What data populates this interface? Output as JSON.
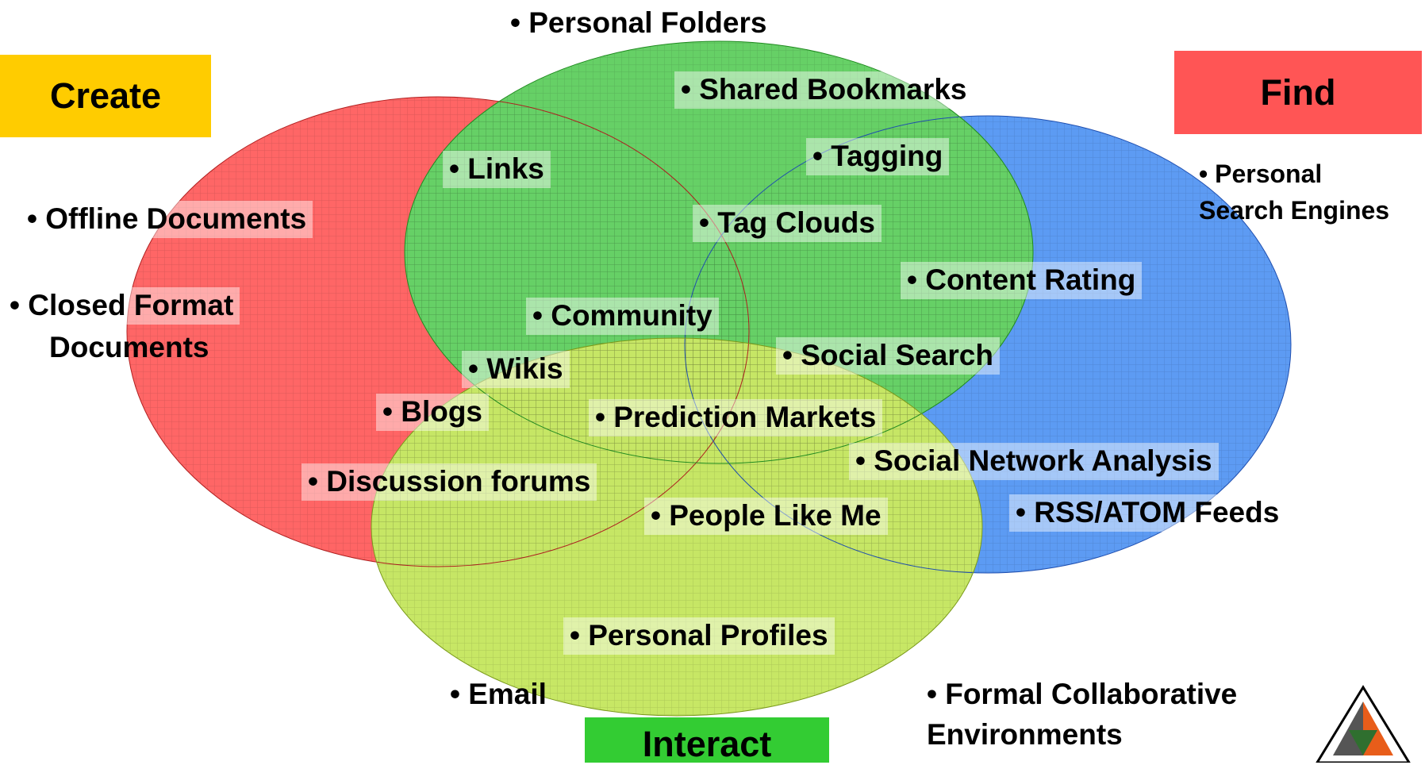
{
  "colors": {
    "create": "#ff3b3b",
    "collaborate": "#3cc43c",
    "find": "#2f7ff0",
    "interact": "#b7e03a",
    "create_box": "#ffcc00",
    "find_box": "#ff5555",
    "interact_box": "#33cc33"
  },
  "categories": {
    "create": "Create",
    "find": "Find",
    "interact": "Interact"
  },
  "items": {
    "personal_folders": "• Personal Folders",
    "shared_bookmarks": "• Shared Bookmarks",
    "links": "• Links",
    "tagging": "• Tagging",
    "tag_clouds": "• Tag Clouds",
    "offline_documents": "• Offline Documents",
    "closed_format_line1": "• Closed Format",
    "closed_format_line2": "Documents",
    "content_rating": "• Content Rating",
    "community": "• Community",
    "social_search": "• Social Search",
    "wikis": "• Wikis",
    "blogs": "• Blogs",
    "prediction_markets": "• Prediction Markets",
    "social_network_analysis": "• Social Network Analysis",
    "discussion_forums": "• Discussion forums",
    "people_like_me": "• People Like Me",
    "rss_atom_feeds": "• RSS/ATOM Feeds",
    "personal_search_line1": "• Personal",
    "personal_search_line2": "Search Engines",
    "personal_profiles": "• Personal Profiles",
    "email": "• Email",
    "formal_collab_line1": "• Formal Collaborative",
    "formal_collab_line2": "Environments"
  }
}
